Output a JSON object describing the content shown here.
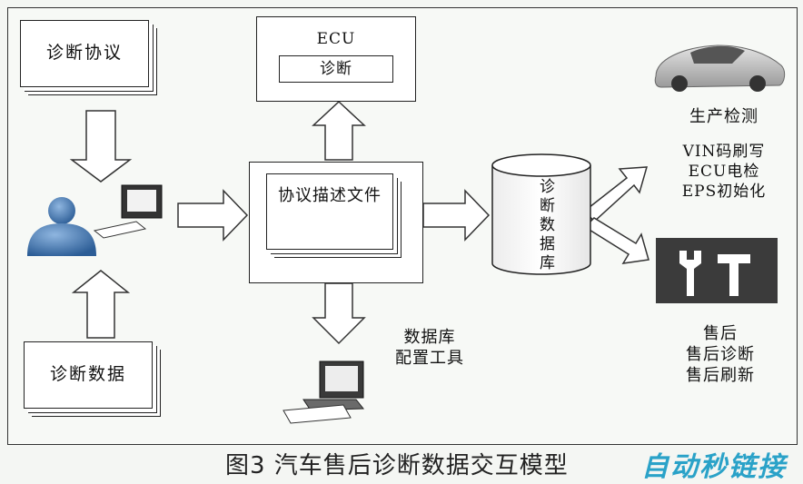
{
  "nodes": {
    "protocol_doc": "诊断协议",
    "diag_data_doc": "诊断数据",
    "ecu_title": "ECU",
    "ecu_inner": "诊断",
    "protocol_desc_file": "协议描述文件",
    "database_cylinder": "诊断数据库",
    "db_tool_line1": "数据库",
    "db_tool_line2": "配置工具",
    "production_title": "生产检测",
    "production_items": [
      "VIN码刷写",
      "ECU电检",
      "EPS初始化"
    ],
    "aftersales_items": [
      "售后",
      "售后诊断",
      "售后刷新"
    ]
  },
  "caption": "图3 汽车售后诊断数据交互模型",
  "watermark": "自动秒链接",
  "colors": {
    "arrow_fill": "#ffffff",
    "arrow_stroke": "#333333",
    "user_blue": "#3a6ea8",
    "tool_panel": "#3b3b3b",
    "watermark": "#2aa2c8"
  }
}
